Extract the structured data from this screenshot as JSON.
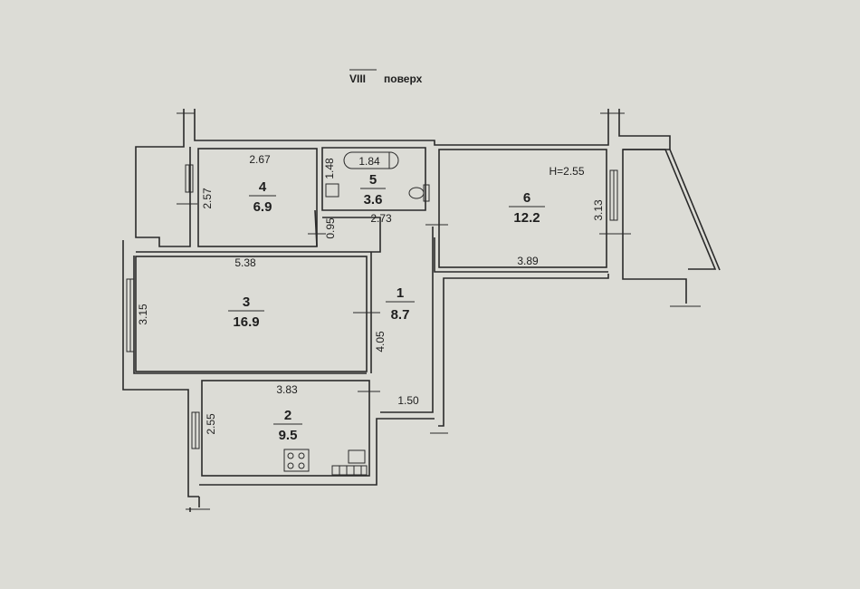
{
  "floor": {
    "numeral": "VIII",
    "word": "поверх"
  },
  "rooms": [
    {
      "id": "1",
      "number": "1",
      "area": "8.7"
    },
    {
      "id": "2",
      "number": "2",
      "area": "9.5"
    },
    {
      "id": "3",
      "number": "3",
      "area": "16.9"
    },
    {
      "id": "4",
      "number": "4",
      "area": "6.9"
    },
    {
      "id": "5",
      "number": "5",
      "area": "3.6"
    },
    {
      "id": "6",
      "number": "6",
      "area": "12.2"
    }
  ],
  "dimensions": {
    "r4_width": "2.67",
    "r4_height": "2.57",
    "r5_height": "1.48",
    "r5_bath": "1.84",
    "r5_width": "2.73",
    "r5_gap": "0.95",
    "r6_ceiling": "H=2.55",
    "r6_height": "3.13",
    "r6_width": "3.89",
    "r3_width": "5.38",
    "r3_height": "3.15",
    "r1_length": "4.05",
    "r1_bottom": "1.50",
    "r2_width": "3.83",
    "r2_height": "2.55"
  }
}
